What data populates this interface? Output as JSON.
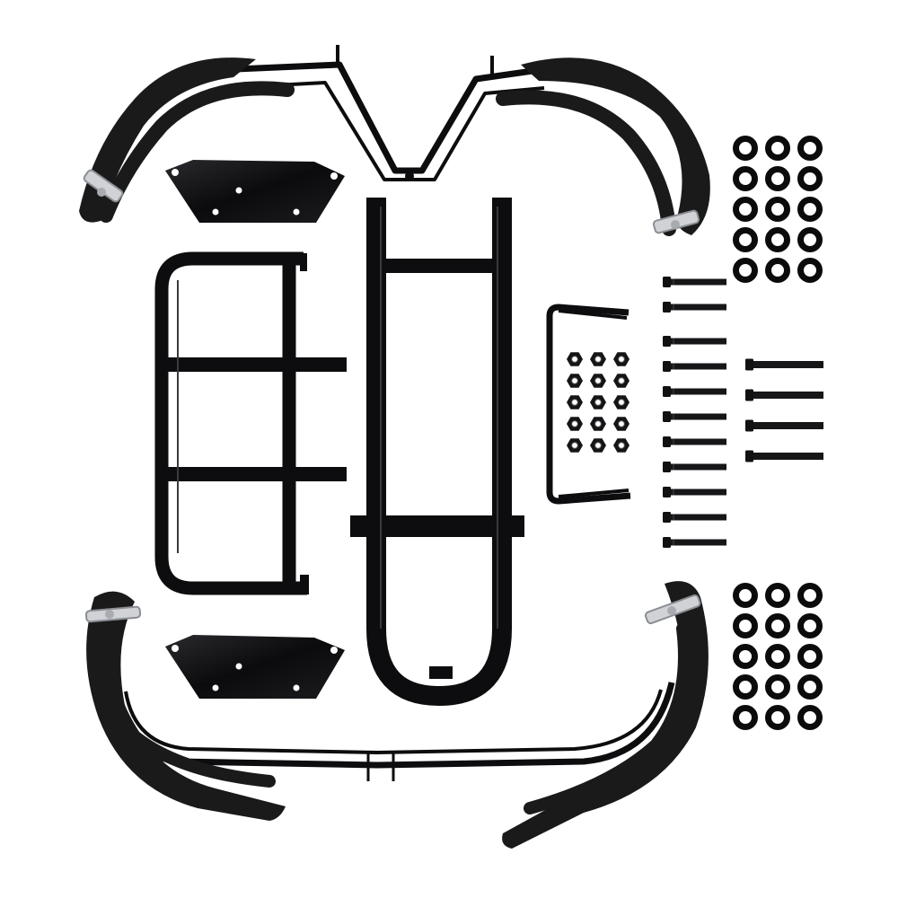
{
  "image": {
    "description_items": [
      "strap-holder-top",
      "strap-holder-bottom",
      "mounting-plate",
      "ladder-bracket",
      "u-frame",
      "small-bracket",
      "nut-set",
      "bolt-set",
      "washer-set"
    ]
  },
  "colors": {
    "background": "#ffffff",
    "metal": "#0d0d0f",
    "strap": "#1a1a1a",
    "highlight": "#3a3a3e",
    "buckle": "#d0d2d6"
  }
}
